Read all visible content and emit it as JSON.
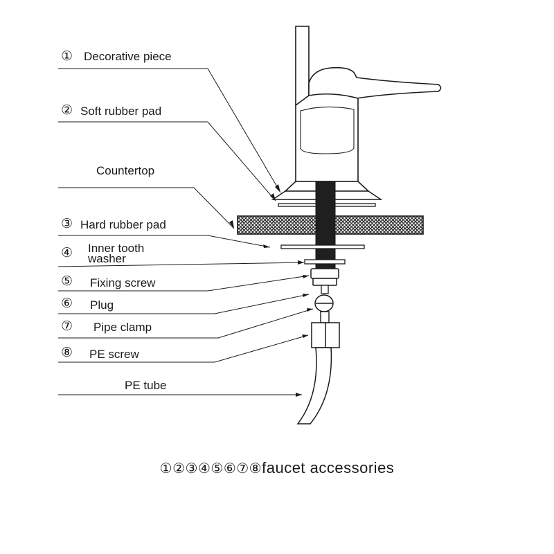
{
  "labels": [
    {
      "num": "①",
      "text": "Decorative piece"
    },
    {
      "num": "②",
      "text": "Soft rubber pad"
    },
    {
      "num": "",
      "text": "Countertop"
    },
    {
      "num": "③",
      "text": "Hard rubber pad"
    },
    {
      "num": "④",
      "text": "Inner tooth",
      "text2": "washer"
    },
    {
      "num": "⑤",
      "text": "Fixing screw"
    },
    {
      "num": "⑥",
      "text": "Plug"
    },
    {
      "num": "⑦",
      "text": "Pipe clamp"
    },
    {
      "num": "⑧",
      "text": "PE screw"
    },
    {
      "num": "",
      "text": "PE tube"
    }
  ],
  "caption": {
    "numbers": "①②③④⑤⑥⑦⑧",
    "text": "faucet accessories"
  },
  "colors": {
    "ink": "#1a1a1a",
    "hatch": "#2b2b2b",
    "fill": "#ffffff"
  }
}
